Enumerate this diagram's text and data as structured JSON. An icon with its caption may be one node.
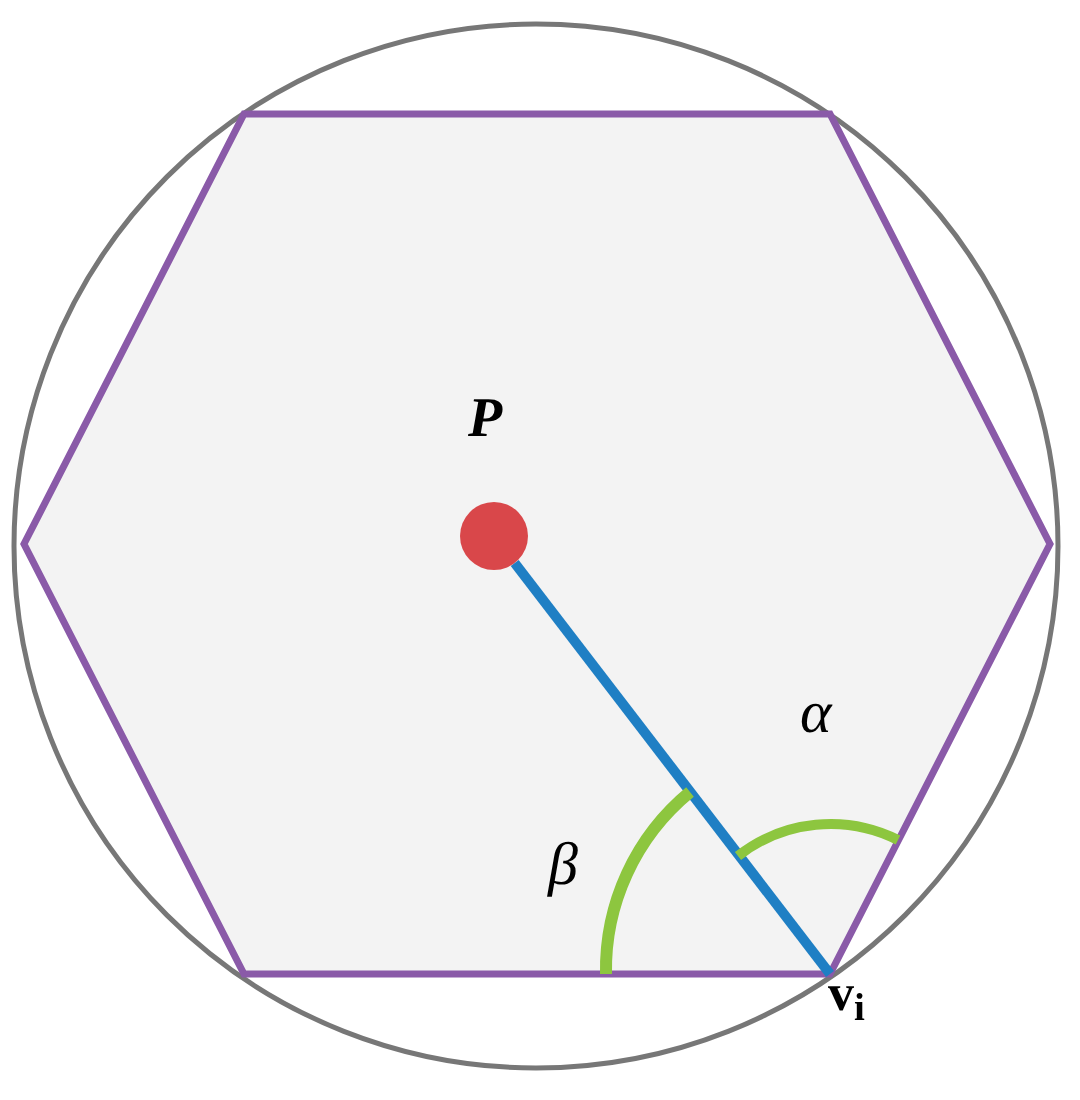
{
  "diagram": {
    "nodes": [
      {
        "text": [],
        "shape": "circle",
        "beside": [
          "P"
        ]
      },
      {
        "text": [
          "v$_{i}$"
        ]
      }
    ],
    "edges": [
      {
        "from": 0,
        "to": 1,
        "arrow": "none"
      }
    ],
    "labels": [
      "α",
      "β"
    ]
  }
}
